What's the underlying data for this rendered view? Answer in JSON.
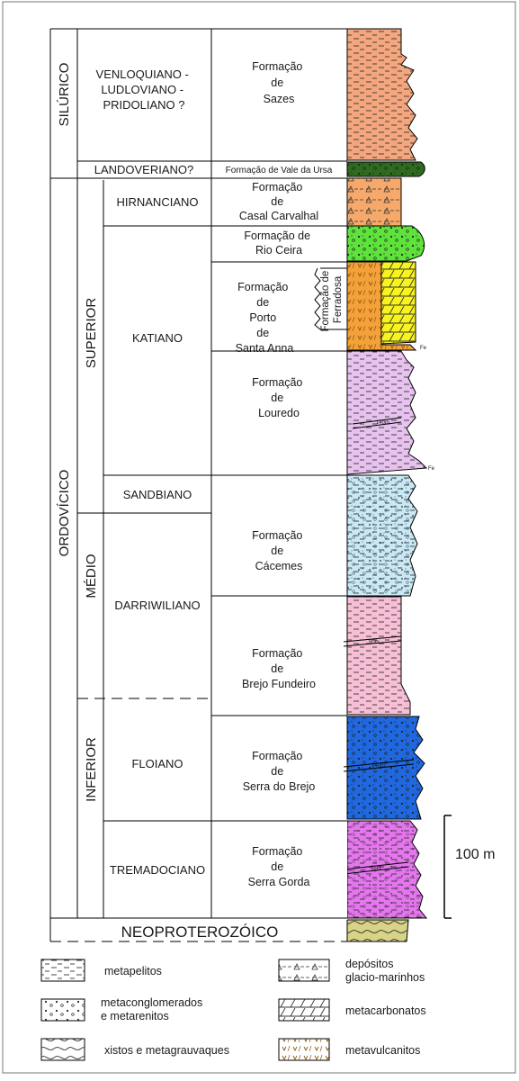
{
  "periods": {
    "silurico": "SILÚRICO",
    "ordovicico": "ORDOVÍCICO"
  },
  "epochs": {
    "superior": "SUPERIOR",
    "medio": "MÉDIO",
    "inferior": "INFERIOR"
  },
  "stages": {
    "venloquiano": [
      "VENLOQUIANO -",
      "LUDLOVIANO -",
      "PRIDOLIANO ?"
    ],
    "landoveriano": "LANDOVERIANO?",
    "hirnanciano": "HIRNANCIANO",
    "katiano": "KATIANO",
    "sandbiano": "SANDBIANO",
    "darriwiliano": "DARRIWILIANO",
    "floiano": "FLOIANO",
    "tremadociano": "TREMADOCIANO"
  },
  "basement": "NEOPROTEROZÓICO",
  "formations": {
    "sazes": [
      "Formação",
      "de",
      "Sazes"
    ],
    "vale_da_ursa": "Formação de Vale da Ursa",
    "casal_carvalhal": [
      "Formação",
      "de",
      "Casal Carvalhal"
    ],
    "rio_ceira": [
      "Formação de",
      "Rio Ceira"
    ],
    "porto_santa_anna": [
      "Formação",
      "de",
      "Porto",
      "de",
      "Santa Anna"
    ],
    "ferradosa": [
      "Formação de",
      "Ferradosa"
    ],
    "louredo": [
      "Formação",
      "de",
      "Louredo"
    ],
    "cacemes": [
      "Formação",
      "de",
      "Cácemes"
    ],
    "brejo_fundeiro": [
      "Formação",
      "de",
      "Brejo Fundeiro"
    ],
    "serra_do_brejo": [
      "Formação",
      "de",
      "Serra do Brejo"
    ],
    "serra_gorda": [
      "Formação",
      "de",
      "Serra Gorda"
    ]
  },
  "column_marks": {
    "fe_upper": "Fe",
    "fe_lower": "Fe",
    "t140": "140m",
    "t90": "90m",
    "t340": "340m",
    "t65": "65m"
  },
  "scale_label": "100 m",
  "legend": {
    "metapelitos": "metapelitos",
    "glacio": [
      "depósitos",
      "glacio-marinhos"
    ],
    "metaconglomerados": [
      "metaconglomerados",
      "e metarenitos"
    ],
    "metacarbonatos": "metacarbonatos",
    "xistos": "xistos e metagrauvaques",
    "metavulcanitos": "metavulcanitos"
  },
  "colors": {
    "silurian_pelite": "#f4a77e",
    "vale_da_ursa": "#2e6b1e",
    "casal_carvalhal": "#f6a96a",
    "rio_ceira": "#5ee33a",
    "porto_santa_anna": "#f4a13a",
    "ferradosa": "#f7f31e",
    "louredo": "#e7c2ef",
    "cacemes": "#c9e9f6",
    "brejo_fundeiro": "#f7bfd6",
    "serra_do_brejo": "#1f68e0",
    "serra_gorda": "#e576ee",
    "neoproterozoic": "#d8d387"
  }
}
